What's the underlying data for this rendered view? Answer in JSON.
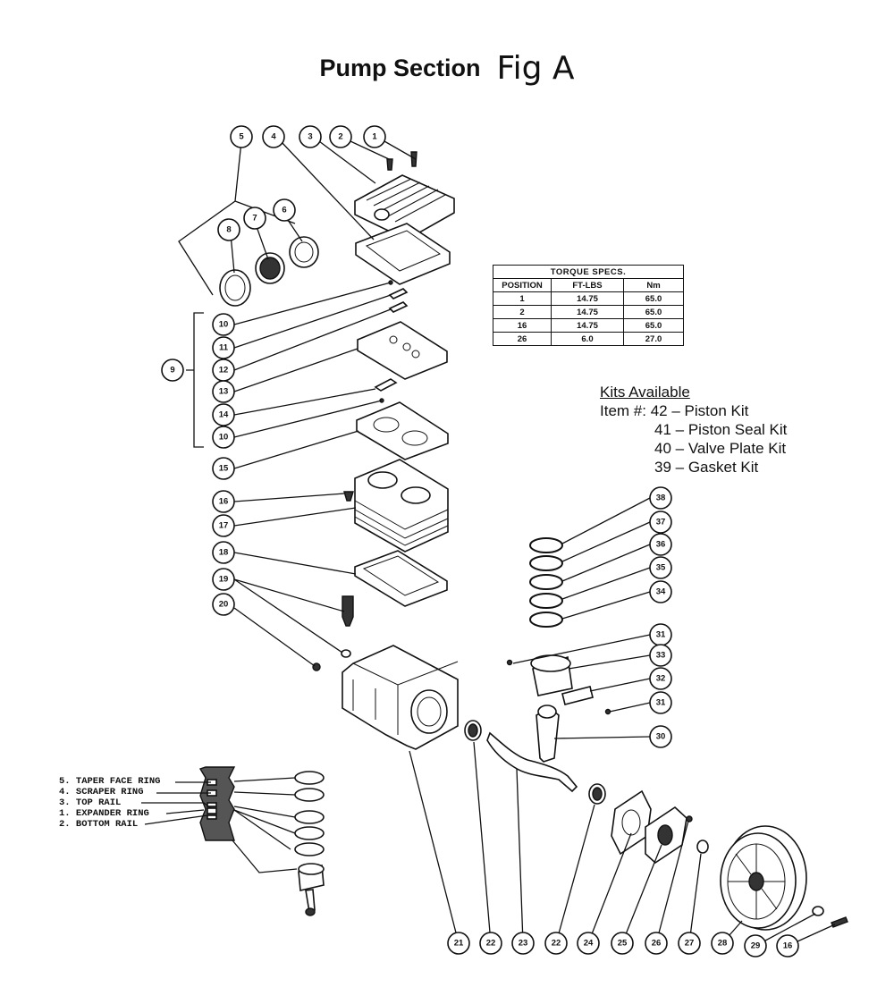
{
  "title": {
    "main": "Pump Section",
    "fig": "Fig A"
  },
  "torque_table": {
    "caption": "TORQUE SPECS.",
    "headers": [
      "POSITION",
      "FT-LBS",
      "Nm"
    ],
    "rows": [
      [
        "1",
        "14.75",
        "65.0"
      ],
      [
        "2",
        "14.75",
        "65.0"
      ],
      [
        "16",
        "14.75",
        "65.0"
      ],
      [
        "26",
        "6.0",
        "27.0"
      ]
    ]
  },
  "kits": {
    "heading": "Kits Available",
    "prefix": "Item #:",
    "items": [
      {
        "num": "42",
        "name": "Piston Kit"
      },
      {
        "num": "41",
        "name": "Piston Seal Kit"
      },
      {
        "num": "40",
        "name": "Valve Plate Kit"
      },
      {
        "num": "39",
        "name": "Gasket Kit"
      }
    ]
  },
  "ring_labels": [
    "5. TAPER FACE RING",
    "4. SCRAPER RING",
    "3. TOP RAIL",
    "1. EXPANDER RING",
    "2. BOTTOM RAIL"
  ],
  "callouts": [
    "1",
    "2",
    "3",
    "4",
    "5",
    "6",
    "7",
    "8",
    "9",
    "10",
    "11",
    "12",
    "13",
    "14",
    "10",
    "15",
    "16",
    "17",
    "18",
    "19",
    "20",
    "38",
    "37",
    "36",
    "35",
    "34",
    "31",
    "33",
    "32",
    "31",
    "30",
    "21",
    "22",
    "23",
    "22",
    "24",
    "25",
    "26",
    "27",
    "28",
    "29",
    "16"
  ]
}
